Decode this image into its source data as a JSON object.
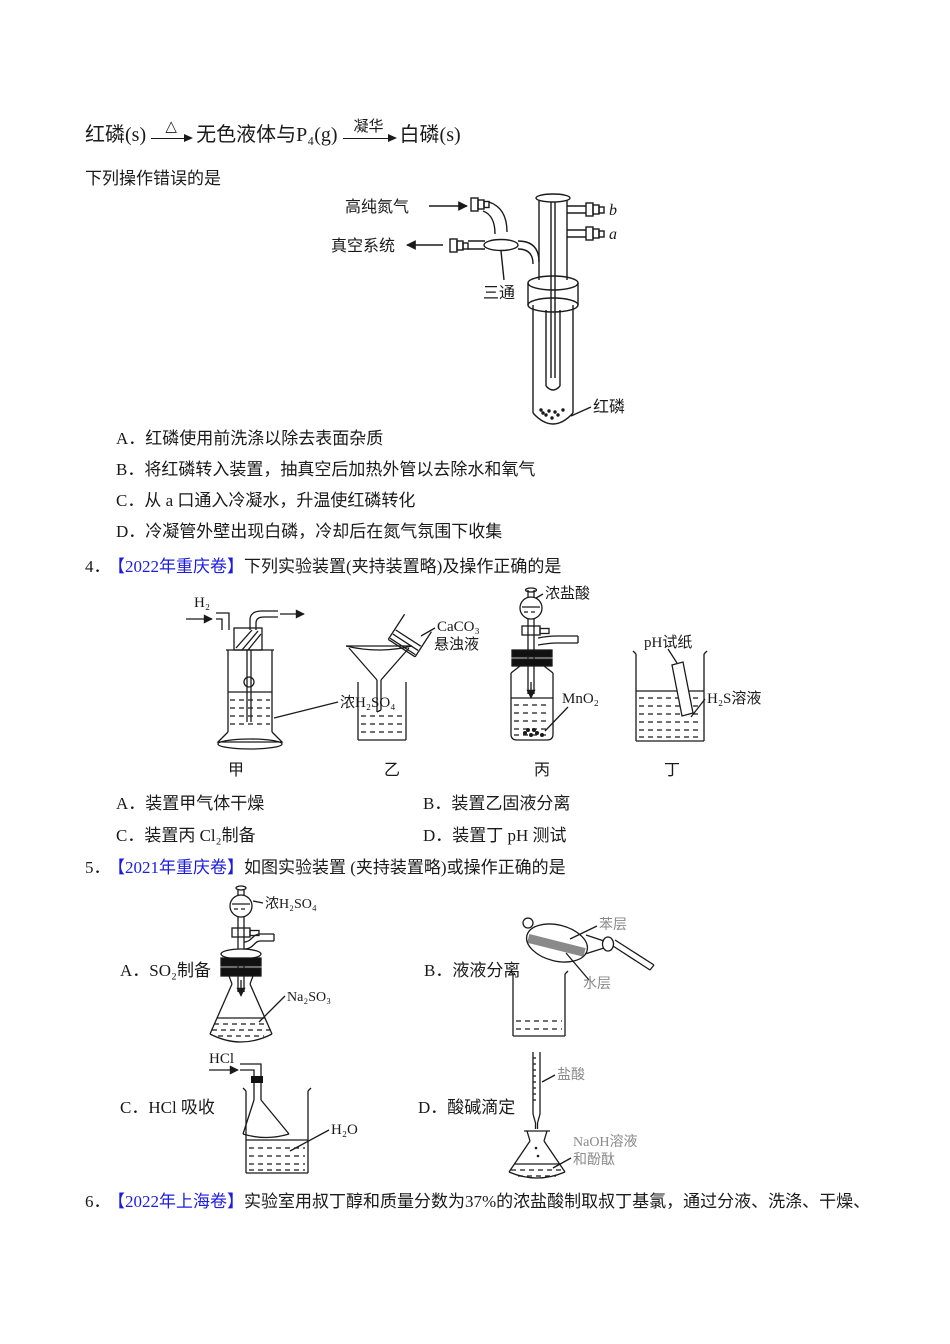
{
  "colors": {
    "source_blue": "#1c1ce0",
    "ink": "#1a1a1a",
    "gray_label": "#8a8a8a"
  },
  "equation": {
    "lhs": "红磷(s)",
    "arrow1_label": "△",
    "mid": "无色液体与P₄(g)",
    "arrow2_label": "凝华",
    "rhs": "白磷(s)"
  },
  "q3": {
    "stem": "下列操作错误的是",
    "diagram": {
      "nitrogen_label": "高纯氮气",
      "vacuum_label": "真空系统",
      "tee_label": "三通",
      "port_b": "b",
      "port_a": "a",
      "red_p_label": "红磷"
    },
    "options": [
      {
        "label": "A．",
        "text": "红磷使用前洗涤以除去表面杂质"
      },
      {
        "label": "B．",
        "text": "将红磷转入装置，抽真空后加热外管以去除水和氧气"
      },
      {
        "label": "C．",
        "text": "从 a 口通入冷凝水，升温使红磷转化"
      },
      {
        "label": "D．",
        "text": "冷凝管外壁出现白磷，冷却后在氮气氛围下收集"
      }
    ]
  },
  "q4": {
    "number": "4．",
    "source": "【2022年重庆卷】",
    "stem": "下列实验装置(夹持装置略)及操作正确的是",
    "diagram": {
      "h2": "H₂",
      "conc_h2so4": "浓H₂SO₄",
      "jia": "甲",
      "caco3": "CaCO₃",
      "suspension": "悬浊液",
      "yi": "乙",
      "conc_hcl": "浓盐酸",
      "mno2": "MnO₂",
      "bing": "丙",
      "ph_paper": "pH试纸",
      "h2s_solution": "H₂S溶液",
      "ding": "丁"
    },
    "options": [
      {
        "label": "A．",
        "text": "装置甲气体干燥"
      },
      {
        "label": "B．",
        "text": "装置乙固液分离"
      },
      {
        "label": "C．",
        "text": "装置丙 Cl₂制备"
      },
      {
        "label": "D．",
        "text": "装置丁 pH 测试"
      }
    ]
  },
  "q5": {
    "number": "5．",
    "source": "【2021年重庆卷】",
    "stem": "如图实验装置 (夹持装置略)或操作正确的是",
    "options": [
      {
        "label": "A．",
        "text": "SO₂制备"
      },
      {
        "label": "B．",
        "text": "液液分离"
      },
      {
        "label": "C．",
        "text": "HCl 吸收"
      },
      {
        "label": "D．",
        "text": "酸碱滴定"
      }
    ],
    "diagram": {
      "conc_h2so4": "浓H₂SO₄",
      "na2so3": "Na₂SO₃",
      "benzene_layer": "苯层",
      "water_layer": "水层",
      "hcl": "HCl",
      "h2o": "H₂O",
      "hydrochloric_acid": "盐酸",
      "naoh_line1": "NaOH溶液",
      "naoh_line2": "和酚酞"
    }
  },
  "q6": {
    "number": "6．",
    "source": "【2022年上海卷】",
    "stem": "实验室用叔丁醇和质量分数为37%的浓盐酸制取叔丁基氯，通过分液、洗涤、干燥、"
  }
}
